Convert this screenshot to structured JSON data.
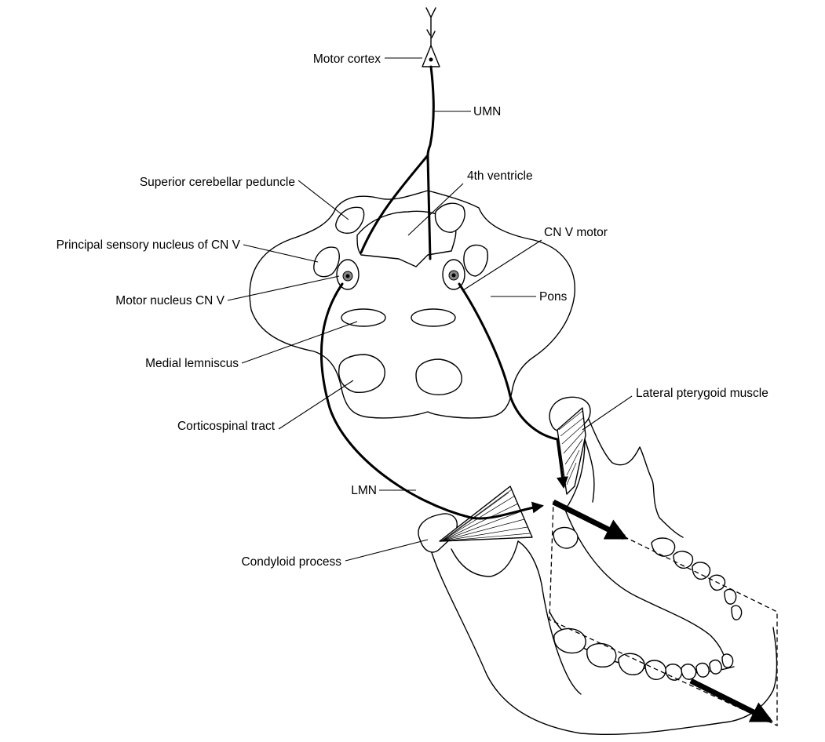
{
  "labels": {
    "motor_cortex": "Motor cortex",
    "umn": "UMN",
    "fourth_ventricle": "4th ventricle",
    "superior_cerebellar_peduncle": "Superior cerebellar peduncle",
    "principal_sensory_nucleus": "Principal sensory nucleus of CN V",
    "cn_v_motor": "CN V motor",
    "motor_nucleus": "Motor nucleus CN V",
    "pons": "Pons",
    "medial_lemniscus": "Medial lemniscus",
    "corticospinal_tract": "Corticospinal tract",
    "lateral_pterygoid_muscle": "Lateral pterygoid muscle",
    "lmn": "LMN",
    "condyloid_process": "Condyloid process"
  }
}
